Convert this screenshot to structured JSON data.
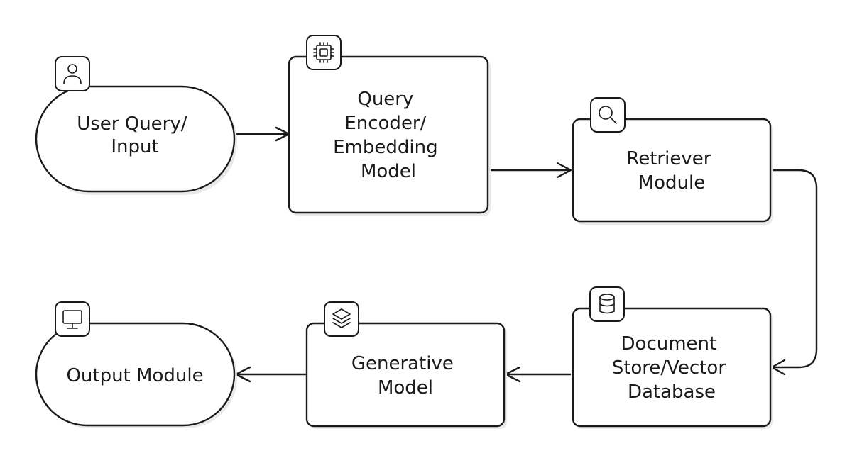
{
  "colors": {
    "stroke": "#1a1a1a",
    "fill": "#ffffff",
    "shadow": "#e9e9e9"
  },
  "nodes": {
    "user_query": {
      "lines": [
        "User Query/",
        "Input"
      ],
      "icon": "user-icon"
    },
    "query_encoder": {
      "lines": [
        "Query",
        "Encoder/",
        "Embedding",
        "Model"
      ],
      "icon": "cpu-chip-icon"
    },
    "retriever": {
      "lines": [
        "Retriever",
        "Module"
      ],
      "icon": "search-icon"
    },
    "document_store": {
      "lines": [
        "Document",
        "Store/Vector",
        "Database"
      ],
      "icon": "database-icon"
    },
    "generative_model": {
      "lines": [
        "Generative",
        "Model"
      ],
      "icon": "layers-icon"
    },
    "output_module": {
      "lines": [
        "Output Module"
      ],
      "icon": "monitor-icon"
    }
  },
  "edges": [
    {
      "from": "User Query/Input",
      "to": "Query Encoder/Embedding Model"
    },
    {
      "from": "Query Encoder/Embedding Model",
      "to": "Retriever Module"
    },
    {
      "from": "Retriever Module",
      "to": "Document Store/Vector Database"
    },
    {
      "from": "Document Store/Vector Database",
      "to": "Generative Model"
    },
    {
      "from": "Generative Model",
      "to": "Output Module"
    }
  ]
}
